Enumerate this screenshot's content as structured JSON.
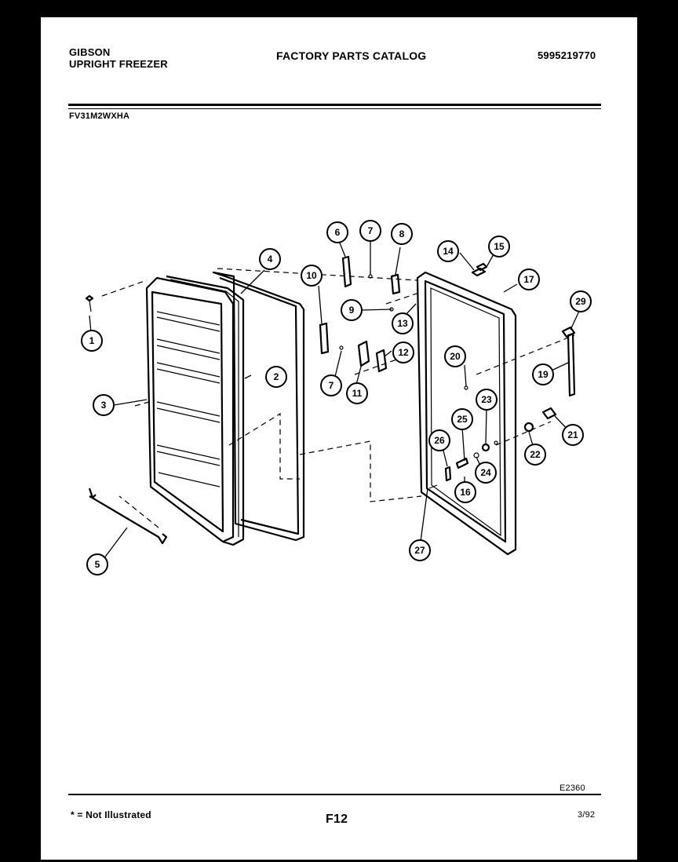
{
  "header": {
    "brand": "GIBSON",
    "product": "UPRIGHT FREEZER",
    "catalog_title": "FACTORY PARTS CATALOG",
    "catalog_number": "5995219770",
    "model": "FV31M2WXHA"
  },
  "footer": {
    "drawing_code": "E2360",
    "not_illustrated_note": "* = Not Illustrated",
    "page_id": "F12",
    "date": "3/92"
  },
  "callouts": [
    "1",
    "2",
    "3",
    "4",
    "5",
    "6",
    "7",
    "7",
    "8",
    "9",
    "10",
    "11",
    "12",
    "13",
    "14",
    "15",
    "16",
    "17",
    "19",
    "20",
    "21",
    "22",
    "23",
    "24",
    "25",
    "26",
    "27",
    "29"
  ]
}
